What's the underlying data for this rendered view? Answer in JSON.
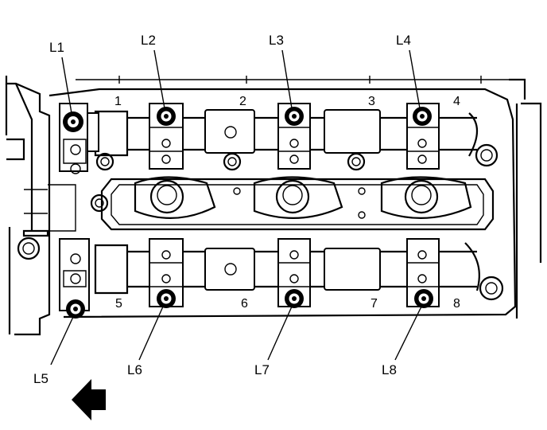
{
  "callouts": {
    "l1": "L1",
    "l2": "L2",
    "l3": "L3",
    "l4": "L4",
    "l5": "L5",
    "l6": "L6",
    "l7": "L7",
    "l8": "L8"
  },
  "positions": {
    "p1": "1",
    "p2": "2",
    "p3": "3",
    "p4": "4",
    "p5": "5",
    "p6": "6",
    "p7": "7",
    "p8": "8"
  },
  "icons": {
    "direction_arrow": "arrow-left-icon"
  },
  "colors": {
    "ink": "#000000",
    "paper": "#ffffff"
  }
}
